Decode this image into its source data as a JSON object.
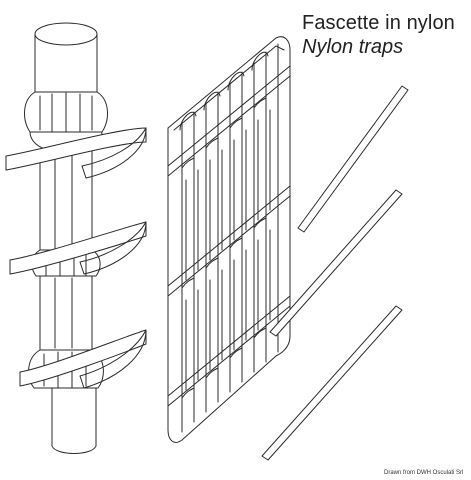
{
  "caption": {
    "italian": "Fascette in nylon",
    "english": "Nylon traps"
  },
  "credit": "Drawn from DWH Osculati Srl",
  "colors": {
    "line": "#2b2b2b",
    "background": "#ffffff"
  }
}
